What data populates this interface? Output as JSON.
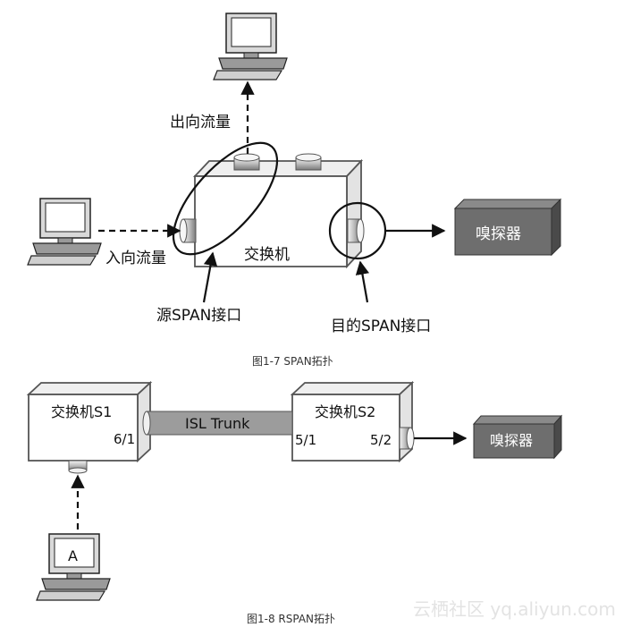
{
  "figure1": {
    "label_egress": "出向流量",
    "label_ingress": "入向流量",
    "switch_label": "交换机",
    "sniffer_label": "嗅探器",
    "source_span_label": "源SPAN接口",
    "dest_span_label": "目的SPAN接口",
    "caption": "图1-7    SPAN拓扑"
  },
  "figure2": {
    "switch1_label": "交换机S1",
    "switch1_port": "6/1",
    "trunk_label": "ISL Trunk",
    "switch2_label": "交换机S2",
    "switch2_port_in": "5/1",
    "switch2_port_out": "5/2",
    "sniffer_label": "嗅探器",
    "host_label": "A",
    "caption": "图1-8    RSPAN拓扑"
  },
  "watermark": "云栖社区 yq.aliyun.com"
}
